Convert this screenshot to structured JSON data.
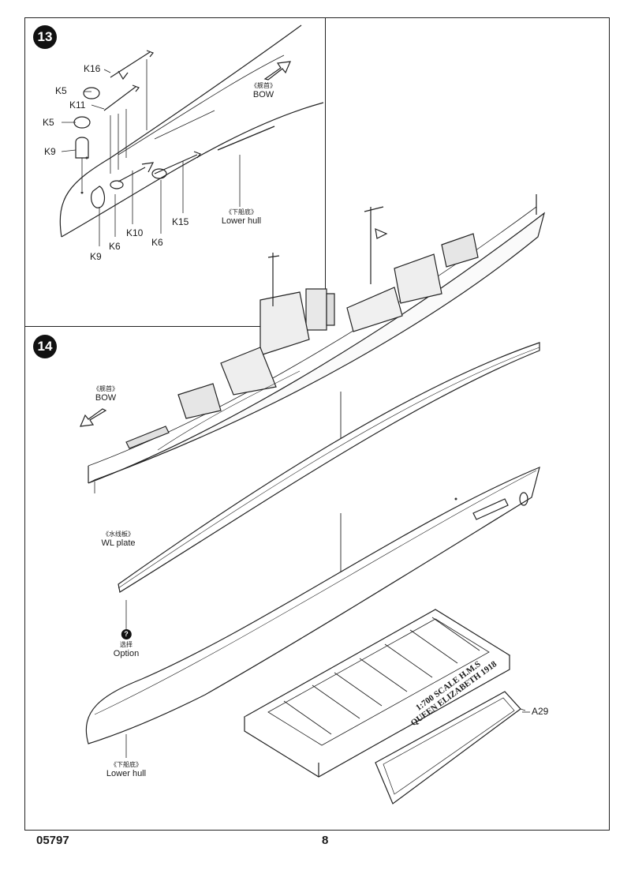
{
  "footer": {
    "code": "05797",
    "page": "8"
  },
  "step13": {
    "number": "13",
    "bow_cn": "《舰首》",
    "bow_en": "BOW",
    "lower_hull_cn": "《下船底》",
    "lower_hull_en": "Lower hull",
    "parts": [
      "K16",
      "K5",
      "K11",
      "K5",
      "K9",
      "K9",
      "K6",
      "K10",
      "K6",
      "K15"
    ]
  },
  "step14": {
    "number": "14",
    "bow_cn": "《舰首》",
    "bow_en": "BOW",
    "wl_plate_cn": "《水线板》",
    "wl_plate_en": "WL plate",
    "option_icon": "?",
    "option_cn": "选择",
    "option_en": "Option",
    "lower_hull_cn": "《下船底》",
    "lower_hull_en": "Lower hull",
    "stand_part": "A29",
    "plaque_line1": "1:700 SCALE H.M.S",
    "plaque_line2": "QUEEN ELIZABETH 1918"
  }
}
